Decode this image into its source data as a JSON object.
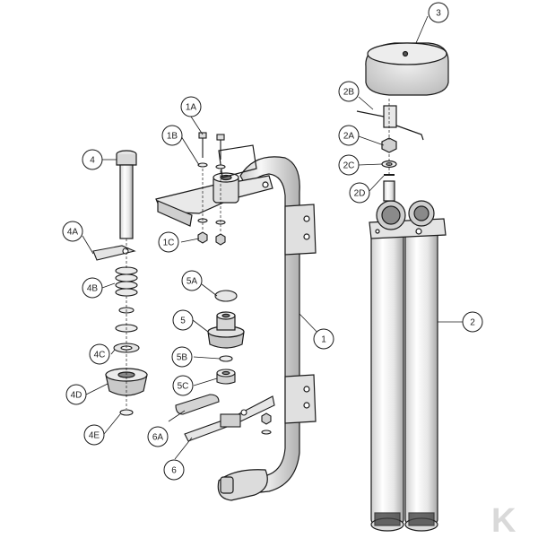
{
  "diagram": {
    "callouts": [
      {
        "id": "1",
        "label": "1"
      },
      {
        "id": "1A",
        "label": "1A"
      },
      {
        "id": "1B",
        "label": "1B"
      },
      {
        "id": "1C",
        "label": "1C"
      },
      {
        "id": "2",
        "label": "2"
      },
      {
        "id": "2A",
        "label": "2A"
      },
      {
        "id": "2B",
        "label": "2B"
      },
      {
        "id": "2C",
        "label": "2C"
      },
      {
        "id": "2D",
        "label": "2D"
      },
      {
        "id": "3",
        "label": "3"
      },
      {
        "id": "4",
        "label": "4"
      },
      {
        "id": "4A",
        "label": "4A"
      },
      {
        "id": "4B",
        "label": "4B"
      },
      {
        "id": "4C",
        "label": "4C"
      },
      {
        "id": "4D",
        "label": "4D"
      },
      {
        "id": "4E",
        "label": "4E"
      },
      {
        "id": "5",
        "label": "5"
      },
      {
        "id": "5A",
        "label": "5A"
      },
      {
        "id": "5B",
        "label": "5B"
      },
      {
        "id": "5C",
        "label": "5C"
      },
      {
        "id": "6",
        "label": "6"
      },
      {
        "id": "6A",
        "label": "6A"
      }
    ],
    "watermark": "K",
    "colors": {
      "line": "#1a1a1a",
      "part_light": "#f4f4f4",
      "part_mid": "#d8d8d8",
      "part_dark": "#9a9a9a",
      "watermark": "#d9d9d9"
    }
  }
}
